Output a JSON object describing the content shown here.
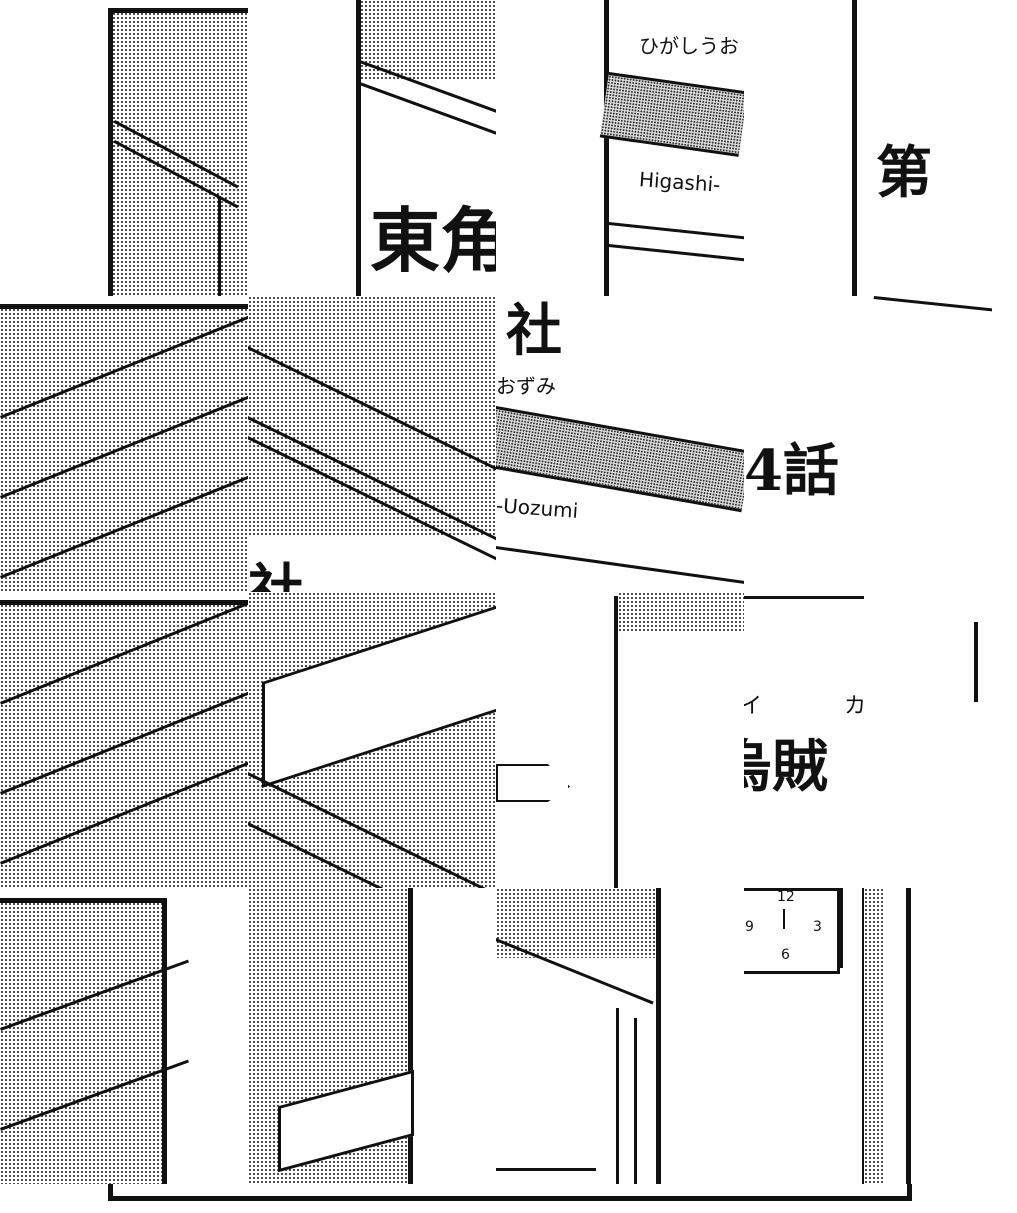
{
  "puzzle": {
    "grid": {
      "rows": 4,
      "cols": 4
    },
    "tiles": {
      "r0c1": {
        "text": "東角"
      },
      "r0c2": {
        "kana": "ひがしうお",
        "romaji": "Higashi-"
      },
      "r0c3": {
        "text": "第"
      },
      "r1c1": {
        "text": "社"
      },
      "r1c2": {
        "text": "社",
        "kana": "おずみ",
        "romaji": "-Uozumi"
      },
      "r1c3": {
        "text": "4話"
      },
      "r2c3": {
        "ruby": "イ　カ",
        "text": "烏賊"
      },
      "r3c3": {
        "clock": {
          "n12": "12",
          "n3": "3",
          "n6": "6",
          "n9": "9"
        }
      }
    }
  }
}
